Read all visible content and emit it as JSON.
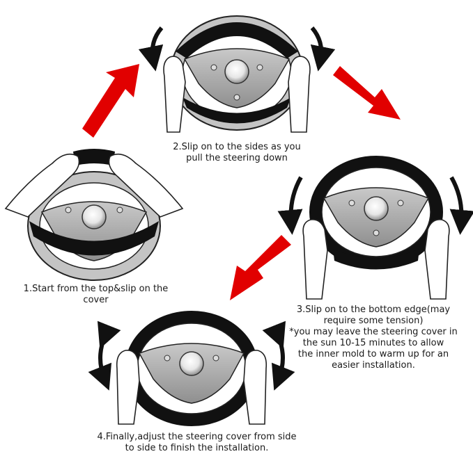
{
  "steps": [
    {
      "lines": [
        "1.Start from the top&slip on the",
        "cover"
      ]
    },
    {
      "lines": [
        "2.Slip on to the sides as you",
        "pull the steering down"
      ]
    },
    {
      "lines": [
        "3.Slip on to the bottom edge(may",
        "require some tension)",
        "*you may leave the steering cover in",
        "the sun 10-15 minutes to allow",
        "the inner mold to warm up for an",
        "easier installation."
      ]
    },
    {
      "lines": [
        "4.Finally,adjust the steering cover from side",
        "to side to finish the installation."
      ]
    }
  ],
  "colors": {
    "arrow_red": "#e10000",
    "wheel_rim": "#bdbdbd",
    "wheel_spoke": "#a9a9a9",
    "cover_black": "#111111",
    "outline": "#111111"
  },
  "icons": [
    "steering-wheel-icon",
    "hand-icon",
    "curved-arrow-icon",
    "red-arrow-icon"
  ]
}
